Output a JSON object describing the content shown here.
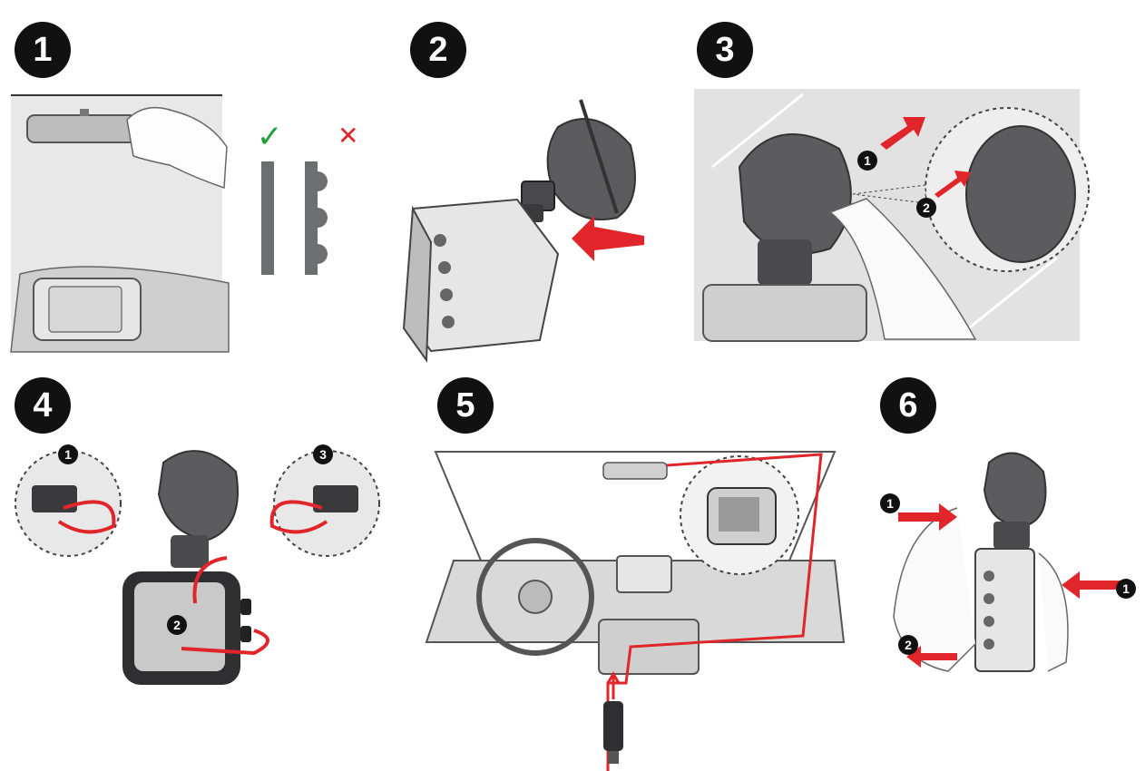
{
  "steps": [
    {
      "number": "1"
    },
    {
      "number": "2"
    },
    {
      "number": "3",
      "sub_steps": [
        "1",
        "2"
      ]
    },
    {
      "number": "4",
      "sub_steps": [
        "1",
        "2",
        "3"
      ]
    },
    {
      "number": "5"
    },
    {
      "number": "6",
      "sub_steps": [
        "1",
        "1",
        "2"
      ]
    }
  ],
  "marks": {
    "correct": "✓",
    "wrong": "✕"
  },
  "colors": {
    "badge": "#111111",
    "accent_red": "#e0262b",
    "check_green": "#1e9e3a",
    "line_gray": "#6d6e70",
    "fill_gray": "#d9d9d9",
    "dark_gray": "#3a3a3c"
  }
}
